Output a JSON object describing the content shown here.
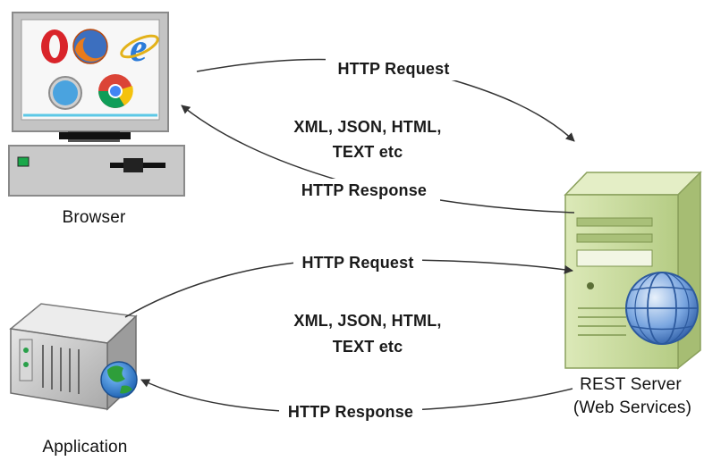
{
  "nodes": {
    "browser": {
      "label": "Browser"
    },
    "application": {
      "label": "Application"
    },
    "server": {
      "label_line1": "REST Server",
      "label_line2": "(Web Services)"
    }
  },
  "top_flow": {
    "request": "HTTP Request",
    "payload_line1": "XML, JSON, HTML,",
    "payload_line2": "TEXT etc",
    "response": "HTTP Response"
  },
  "bottom_flow": {
    "request": "HTTP Request",
    "payload_line1": "XML, JSON, HTML,",
    "payload_line2": "TEXT etc",
    "response": "HTTP Response"
  },
  "colors": {
    "server_body": "#c9dc9e",
    "server_dark": "#9fb872",
    "globe_blue": "#3a72c4",
    "monitor_frame": "#bcbcbc",
    "screen_bg": "#f4f4f4",
    "app_box": "#c8c8c8",
    "arrow": "#333333"
  },
  "icons": [
    "opera-icon",
    "firefox-icon",
    "ie-icon",
    "safari-icon",
    "chrome-icon",
    "globe-icon"
  ]
}
